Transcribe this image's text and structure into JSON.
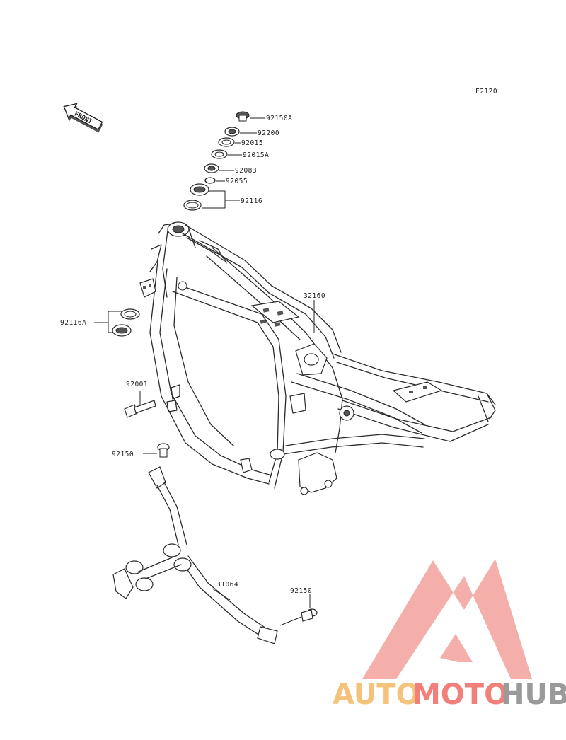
{
  "diagram": {
    "figure_code": "F2120",
    "front_label": "FRONT",
    "callouts": {
      "nut_cap": "92150A",
      "washer": "92200",
      "nut_a": "92015",
      "nut_b": "92015A",
      "lock_washer": "92083",
      "oring": "92055",
      "bearing": "92116",
      "frame": "32160",
      "lower_bearing": "92116A",
      "bolt_front": "92001",
      "bolt_mid": "92150",
      "down_tube": "31064",
      "bolt_rear": "92150"
    }
  },
  "watermark": {
    "part1": "AUTO",
    "part2": "MOTO",
    "part3": "HUB",
    "colors": {
      "orange": "#f4c27a",
      "red": "#f2807a",
      "grey": "#9a9a9a",
      "logo": "#f08f8a"
    }
  }
}
